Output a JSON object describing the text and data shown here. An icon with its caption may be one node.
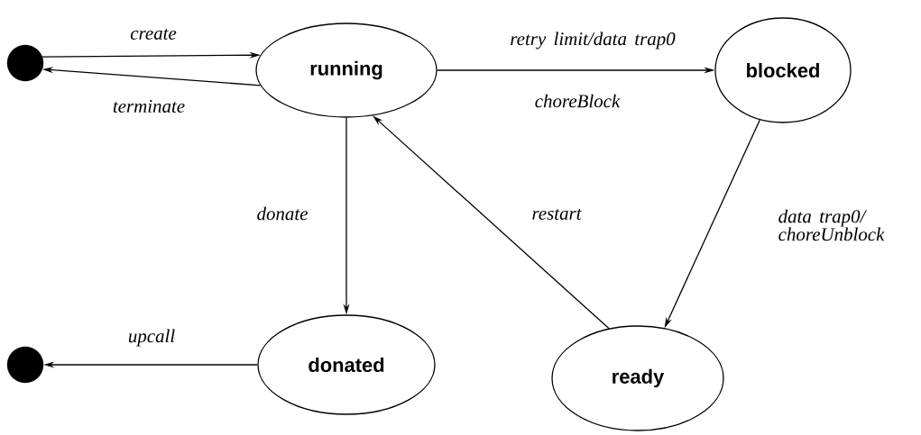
{
  "diagram": {
    "nodes": [
      {
        "text": [],
        "shape": "circle"
      },
      {
        "text": [
          "running"
        ]
      },
      {
        "text": [
          "blocked"
        ]
      },
      {
        "text": [],
        "shape": "circle"
      },
      {
        "text": [
          "donated"
        ]
      },
      {
        "text": [
          "ready"
        ]
      }
    ],
    "edges": [
      {
        "from": 0,
        "to": 1,
        "arrow": "to",
        "label": "create"
      },
      {
        "from": 1,
        "to": 0,
        "arrow": "to",
        "label": "terminate"
      },
      {
        "from": 1,
        "to": 2,
        "arrow": "to",
        "label": "retry limit/data trap0"
      },
      {
        "from": 1,
        "to": 4,
        "arrow": "to",
        "label": "donate"
      },
      {
        "from": 5,
        "to": 1,
        "arrow": "to",
        "label": "restart"
      },
      {
        "from": 2,
        "to": 5,
        "arrow": "to",
        "label": "data trap0/ choreUnblock"
      },
      {
        "from": 4,
        "to": 3,
        "arrow": "to",
        "label": "upcall"
      }
    ],
    "labels": [
      "choreBlock"
    ]
  }
}
